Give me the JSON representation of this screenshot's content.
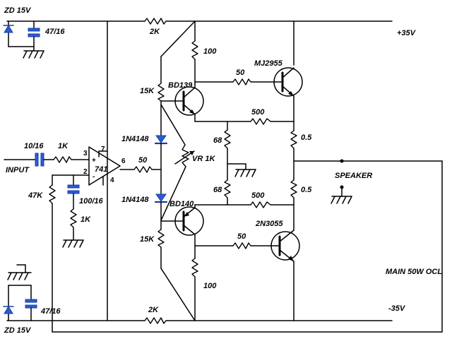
{
  "labels": {
    "zd_top": "ZD 15V",
    "cap_top": "47/16",
    "zd_bottom": "ZD 15V",
    "cap_bottom": "47/16",
    "r_2k_top": "2K",
    "r_2k_bottom": "2K",
    "supply_pos": "+35V",
    "supply_neg": "-35V",
    "r_100_top": "100",
    "r_100_bottom": "100",
    "q_mj2955": "MJ2955",
    "q_2n3055": "2N3055",
    "r_50_top": "50",
    "r_50_bottom": "50",
    "r_50_opout": "50",
    "q_bd139": "BD139",
    "q_bd140": "BD140",
    "r_15k_top": "15K",
    "r_15k_bottom": "15K",
    "r_500_top": "500",
    "r_500_bottom": "500",
    "d_top": "1N4148",
    "d_bottom": "1N4148",
    "r_68_top": "68",
    "r_68_bottom": "68",
    "vr": "VR 1K",
    "r_05_top": "0.5",
    "r_05_bottom": "0.5",
    "speaker": "SPEAKER",
    "cap_in": "10/16",
    "r_1k_in": "1K",
    "input": "INPUT",
    "op_name": "741",
    "pin3": "3",
    "pin7": "7",
    "pin6": "6",
    "pin2": "2",
    "pin4": "4",
    "plus": "+",
    "minus": "-",
    "r_47k": "47K",
    "cap_fb": "100/16",
    "r_1k_fb": "1K",
    "title": "MAIN 50W OCL"
  }
}
